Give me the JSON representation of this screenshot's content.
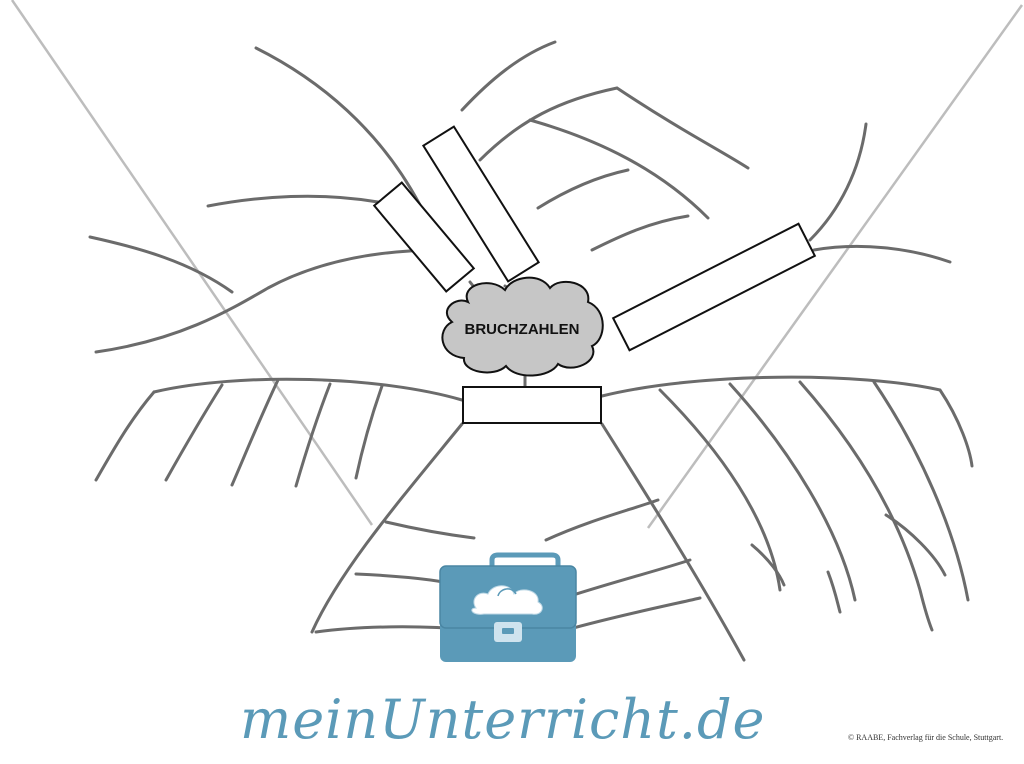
{
  "center_topic": "BRUCHZAHLEN",
  "branch_boxes": [
    {
      "id": "top-left-small",
      "text": ""
    },
    {
      "id": "top-left-tall",
      "text": ""
    },
    {
      "id": "right-long",
      "text": ""
    },
    {
      "id": "bottom-center",
      "text": ""
    }
  ],
  "logo": {
    "text": "meinUnterricht.de",
    "icon": "briefcase-cloud-icon",
    "color": "#5b9ab8"
  },
  "copyright": "© RAABE, Fachverlag für die Schule, Stuttgart.",
  "colors": {
    "branch_lines": "#6b6b6b",
    "diagonal_lines": "#bdbdbd",
    "cloud_fill": "#c6c6c6",
    "box_stroke": "#111111"
  }
}
